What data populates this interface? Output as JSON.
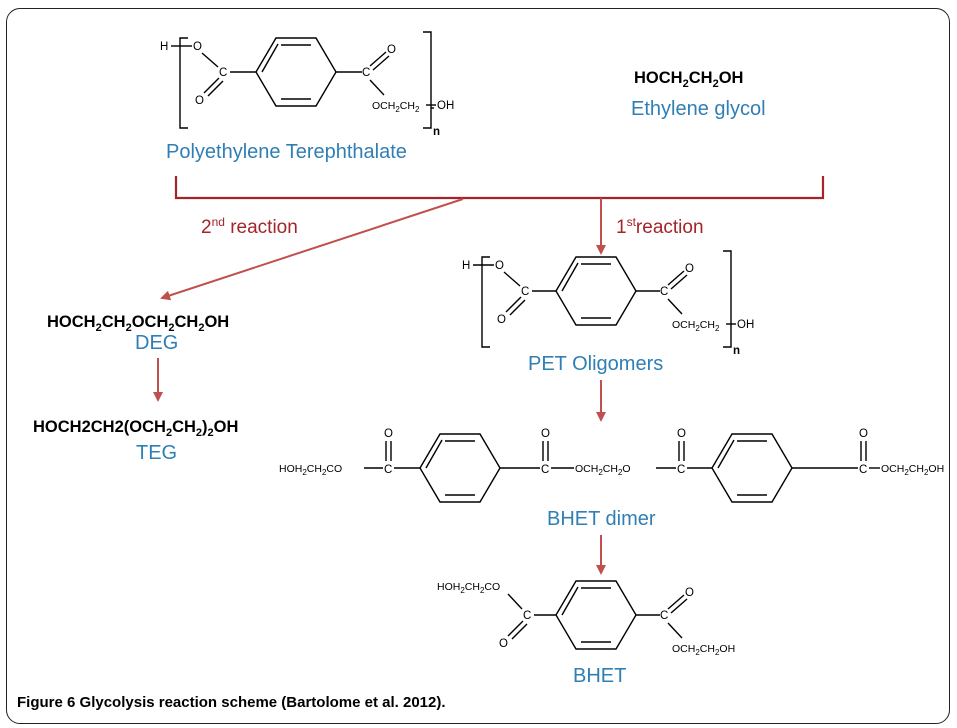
{
  "figure": {
    "pet_label": "Polyethylene Terephthalate",
    "eg_formula_parts": [
      "HOCH",
      "2",
      "CH",
      "2",
      "OH"
    ],
    "eg_label": "Ethylene glycol",
    "reaction_2_base": "2",
    "reaction_2_sup": "nd",
    "reaction_2_word": " reaction",
    "reaction_1_base": "1",
    "reaction_1_sup": "st",
    "reaction_1_word": "reaction",
    "deg_formula_parts": [
      "HOCH",
      "2",
      "CH",
      "2",
      "OCH",
      "2",
      "CH",
      "2",
      "OH"
    ],
    "deg_label": "DEG",
    "teg_formula_parts": [
      "HOCH2CH2(OCH",
      "2",
      "CH",
      "2",
      ")",
      "2",
      "OH"
    ],
    "teg_label": "TEG",
    "oligomers_label": "PET Oligomers",
    "dimer_label": "BHET dimer",
    "bhet_label": "BHET",
    "atoms": {
      "H": "H",
      "O": "O",
      "C": "C",
      "OH": "OH",
      "n": "n",
      "ester_tail_parts": [
        "OCH",
        "2",
        "CH",
        "2"
      ],
      "dimer_left_parts": [
        "HOH",
        "2",
        "CH",
        "2",
        "CO"
      ],
      "dimer_mid_parts": [
        "OCH",
        "2",
        "CH",
        "2",
        "O"
      ],
      "dimer_right_parts": [
        "OCH",
        "2",
        "CH",
        "2",
        "OH"
      ],
      "bhet_top_parts": [
        "HOH",
        "2",
        "CH",
        "2",
        "CO"
      ],
      "bhet_bottom_parts": [
        "OCH",
        "2",
        "CH",
        "2",
        "OH"
      ]
    }
  },
  "caption": {
    "label": "Figure 6",
    "text": "Glycolysis reaction scheme (Bartolome et al. 2012)."
  },
  "colors": {
    "label_blue": "#2f7fb5",
    "reaction_red": "#a3242a",
    "arrow_red": "#c0504d"
  }
}
